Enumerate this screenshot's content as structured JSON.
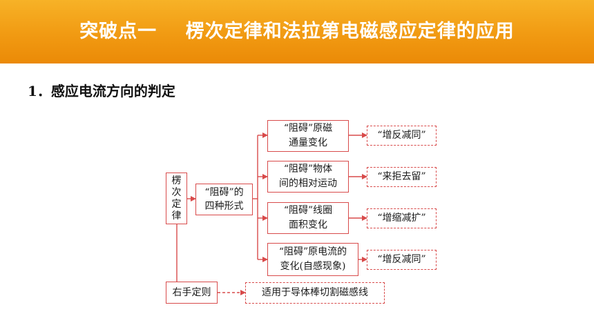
{
  "header": {
    "title": "突破点一    楞次定律和法拉第电磁感应定律的应用"
  },
  "section": {
    "heading": "1．感应电流方向的判定"
  },
  "diagram": {
    "root": [
      "楞",
      "次",
      "定",
      "律"
    ],
    "middle": [
      "“阻碍”的",
      "四种形式"
    ],
    "forms": [
      {
        "lines": [
          "“阻碍”原磁",
          "通量变化"
        ],
        "result": "“增反减同”"
      },
      {
        "lines": [
          "“阻碍”物体",
          "间的相对运动"
        ],
        "result": "“来拒去留”"
      },
      {
        "lines": [
          "“阻碍”线圈",
          "面积变化"
        ],
        "result": "“增缩减扩”"
      },
      {
        "lines": [
          "“阻碍”原电流的",
          "变化(自感现象)"
        ],
        "result": "“增反减同”"
      }
    ],
    "right_hand": {
      "label": "右手定则",
      "note": "适用于导体棒切割磁感线"
    }
  },
  "colors": {
    "header": "#f19a12",
    "line": "#d84a4a"
  }
}
